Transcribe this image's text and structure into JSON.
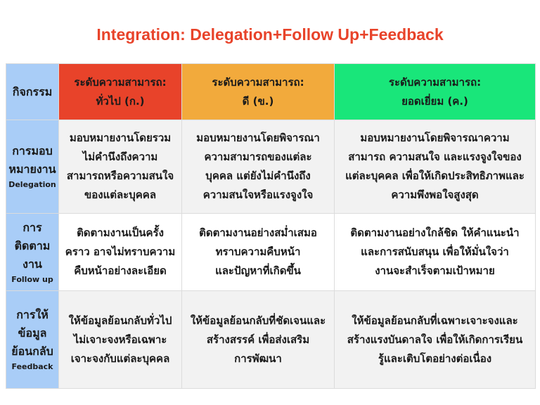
{
  "title": "Integration: Delegation+Follow Up+Feedback",
  "colors": {
    "title": "#e8432a",
    "level_a": "#e8432a",
    "level_b": "#f2aa3c",
    "level_c": "#19e67a",
    "activity_col": "#a9cdf7"
  },
  "header": {
    "activity": "กิจกรรม",
    "levels": [
      [
        "ระดับความสามารถ:",
        "ทั่วไป (ก.)"
      ],
      [
        "ระดับความสามารถ:",
        "ดี (ข.)"
      ],
      [
        "ระดับความสามารถ:",
        "ยอดเยี่ยม (ค.)"
      ]
    ]
  },
  "rows": [
    {
      "activity": [
        "การมอบ",
        "หมายงาน"
      ],
      "activity_en": "Delegation",
      "cells": [
        [
          "มอบหมายงานโดยรวม",
          "ไม่คำนึงถึงความ",
          "สามารถหรือความสนใจ",
          "ของแต่ละบุคคล"
        ],
        [
          "มอบหมายงานโดยพิจารณา",
          "ความสามารถของแต่ละ",
          "บุคคล แต่ยังไม่คำนึงถึง",
          "ความสนใจหรือแรงจูงใจ"
        ],
        [
          "มอบหมายงานโดยพิจารณาความ",
          "สามารถ ความสนใจ และแรงจูงใจของ",
          "แต่ละบุคคล เพื่อให้เกิดประสิทธิภาพและ",
          "ความพึงพอใจสูงสุด"
        ]
      ]
    },
    {
      "activity": [
        "การ",
        "ติดตาม",
        "งาน"
      ],
      "activity_en": "Follow up",
      "cells": [
        [
          "ติดตามงานเป็นครั้ง",
          "คราว อาจไม่ทราบความ",
          "คืบหน้าอย่างละเอียด"
        ],
        [
          "ติดตามงานอย่างสม่ำเสมอ",
          "ทราบความคืบหน้า",
          "และปัญหาที่เกิดขึ้น"
        ],
        [
          "ติดตามงานอย่างใกล้ชิด ให้คำแนะนำ",
          "และการสนับสนุน เพื่อให้มั่นใจว่า",
          "งานจะสำเร็จตามเป้าหมาย"
        ]
      ]
    },
    {
      "activity": [
        "การให้",
        "ข้อมูล",
        "ย้อนกลับ"
      ],
      "activity_en": "Feedback",
      "cells": [
        [
          "ให้ข้อมูลย้อนกลับทั่วไป",
          "ไม่เจาะจงหรือเฉพาะ",
          "เจาะจงกับแต่ละบุคคล"
        ],
        [
          "ให้ข้อมูลย้อนกลับที่ชัดเจนและ",
          "สร้างสรรค์ เพื่อส่งเสริม",
          "การพัฒนา"
        ],
        [
          "ให้ข้อมูลย้อนกลับที่เฉพาะเจาะจงและ",
          "สร้างแรงบันดาลใจ เพื่อให้เกิดการเรียน",
          "รู้และเติบโตอย่างต่อเนื่อง"
        ]
      ]
    }
  ]
}
